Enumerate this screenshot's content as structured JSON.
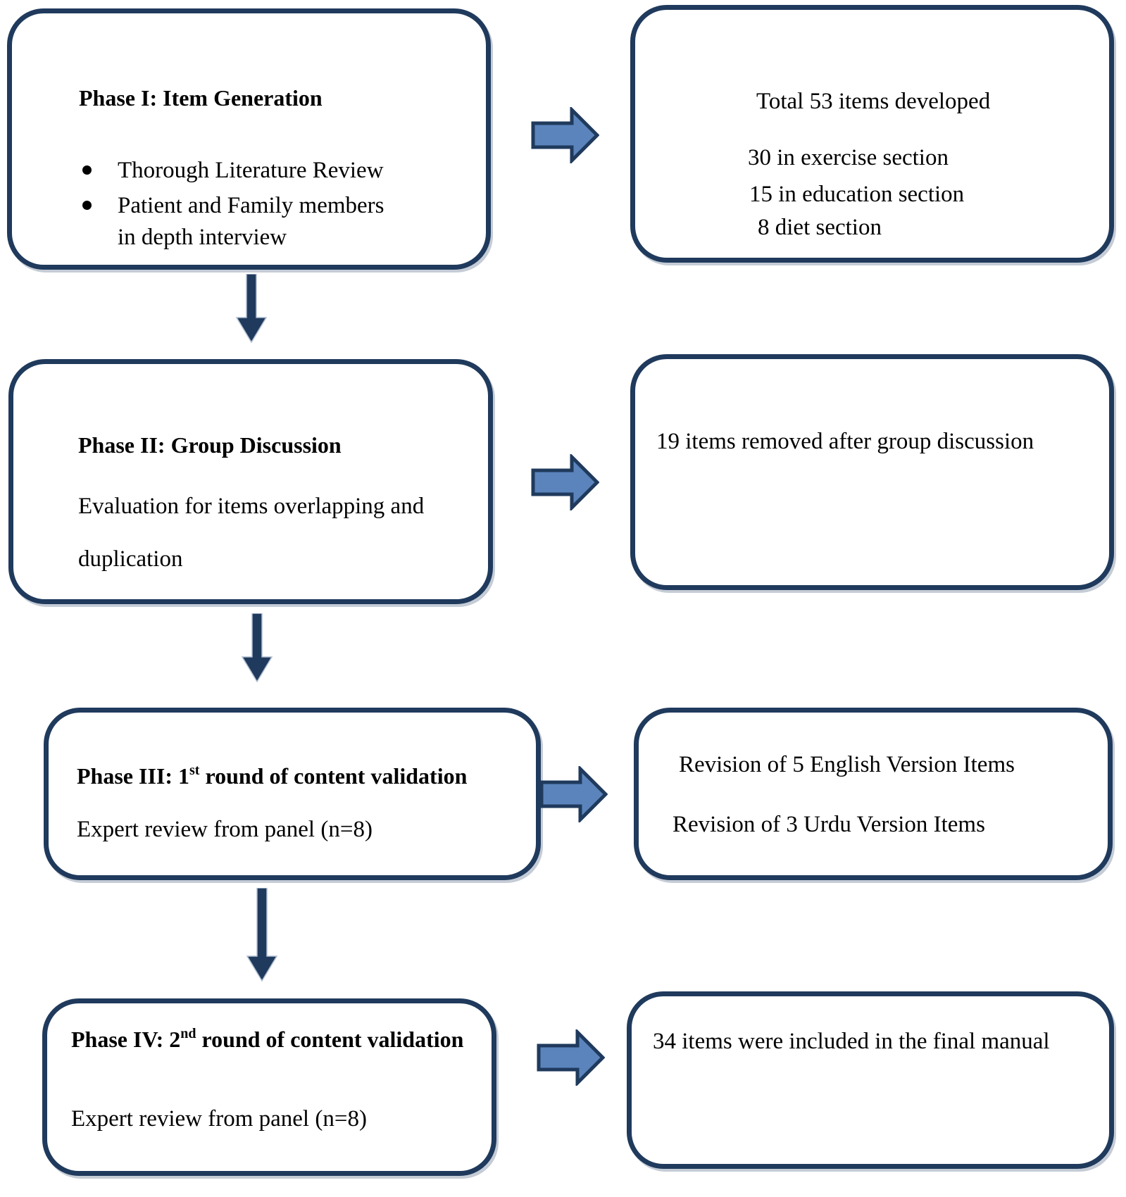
{
  "figure": {
    "type": "flowchart",
    "background": "#ffffff",
    "box_border_color": "#1f3a5c",
    "down_arrow_color": "#1f3a5c",
    "block_arrow_fill": "#5b84bd",
    "block_arrow_outline": "#1f3a5c"
  },
  "phase1": {
    "heading": "Phase I: Item Generation",
    "bullet1": "Thorough Literature Review",
    "bullet2_line1": "Patient and Family members",
    "bullet2_line2": "in depth interview"
  },
  "result1": {
    "line1": "Total 53 items developed",
    "line2": "30 in exercise section",
    "line3": "15 in education section",
    "line4": "8 diet section"
  },
  "phase2": {
    "heading": "Phase II: Group Discussion",
    "line1": "Evaluation for items overlapping and",
    "line2": "duplication"
  },
  "result2": {
    "line1": "19 items removed after group discussion"
  },
  "phase3": {
    "heading_pre": "Phase III: 1",
    "heading_sup": "st",
    "heading_post": " round of content validation",
    "line1": "Expert review from panel (n=8)"
  },
  "result3": {
    "line1": "Revision of 5 English Version Items",
    "line2": "Revision of 3 Urdu Version Items"
  },
  "phase4": {
    "heading_pre": "Phase IV: 2",
    "heading_sup": "nd",
    "heading_post": " round of content validation",
    "line1": "Expert review from panel (n=8)"
  },
  "result4": {
    "line1": "34 items were included in the final manual"
  }
}
